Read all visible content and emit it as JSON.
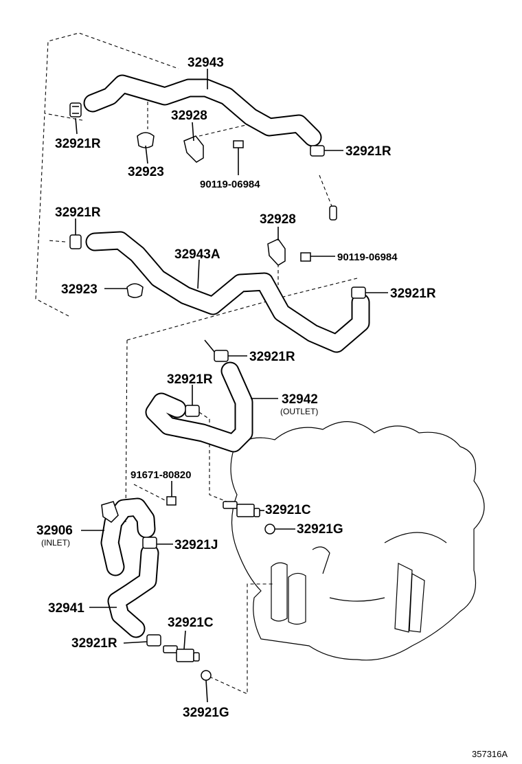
{
  "labels": {
    "p32943": "32943",
    "p32928_top": "32928",
    "p32921R_1": "32921R",
    "p32921R_2": "32921R",
    "p32923_top": "32923",
    "p90119_top": "90119-06984",
    "p32921R_3": "32921R",
    "p32928_mid": "32928",
    "p90119_mid": "90119-06984",
    "p32943A": "32943A",
    "p32923_mid": "32923",
    "p32921R_4": "32921R",
    "p32921R_5": "32921R",
    "p32921R_6": "32921R",
    "p32942": "32942",
    "outlet": "(OUTLET)",
    "p91671": "91671-80820",
    "p32921C_1": "32921C",
    "p32906": "32906",
    "inlet": "(INLET)",
    "p32921G_1": "32921G",
    "p32921J": "32921J",
    "p32941": "32941",
    "p32921C_2": "32921C",
    "p32921R_7": "32921R",
    "p32921G_2": "32921G"
  },
  "diagram_code": "357316A"
}
